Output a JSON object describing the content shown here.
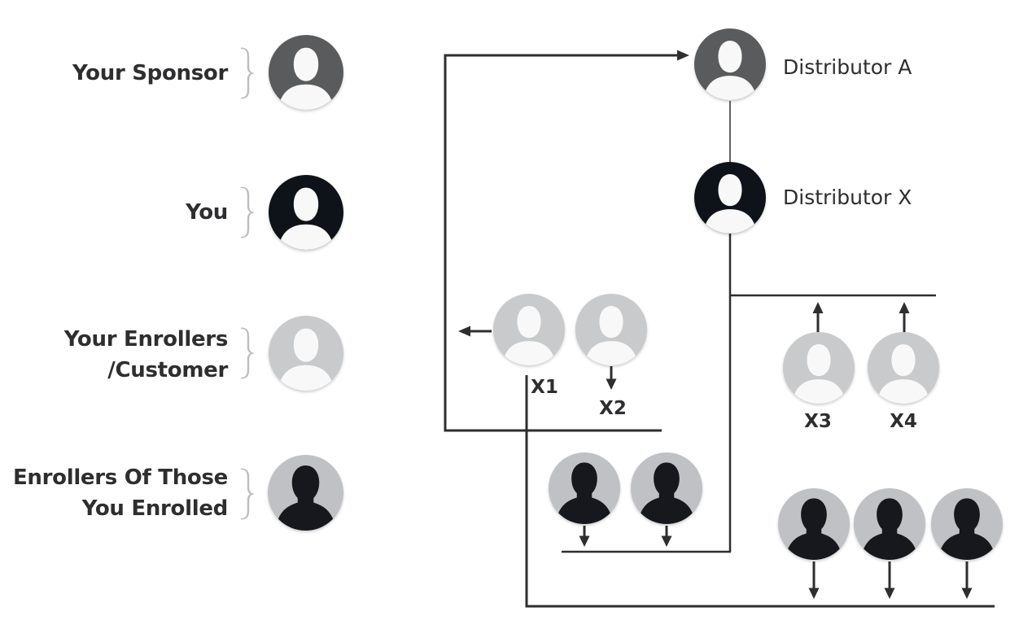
{
  "colors": {
    "background": "#ffffff",
    "line": "#2e2e30",
    "text": "#2e2e30",
    "brace": "#bcbdbf",
    "sponsor_circle": "#595b5d",
    "you_circle": "#0e1219",
    "customer_circle": "#c9cacc",
    "enrolled_circle": "#c0c1c4",
    "person_light": "#f8f8f8",
    "person_dark": "#16181d"
  },
  "legend": {
    "items": [
      {
        "id": "sponsor",
        "line1": "Your Sponsor",
        "line2": "",
        "avatar_style": "sponsor"
      },
      {
        "id": "you",
        "line1": "You",
        "line2": "",
        "avatar_style": "you"
      },
      {
        "id": "customer",
        "line1": "Your Enrollers",
        "line2": "/Customer",
        "avatar_style": "customer"
      },
      {
        "id": "enrolled",
        "line1": "Enrollers Of Those",
        "line2": "You Enrolled",
        "avatar_style": "enrolled"
      }
    ]
  },
  "diagram": {
    "distributor_a": {
      "label": "Distributor A",
      "avatar_style": "sponsor"
    },
    "distributor_x": {
      "label": "Distributor X",
      "avatar_style": "you"
    },
    "x1": {
      "label": "X1",
      "avatar_style": "customer"
    },
    "x2": {
      "label": "X2",
      "avatar_style": "customer"
    },
    "x3": {
      "label": "X3",
      "avatar_style": "customer"
    },
    "x4": {
      "label": "X4",
      "avatar_style": "customer"
    },
    "enrollees_mid": {
      "count": 2,
      "avatar_style": "enrolled"
    },
    "enrollees_bottom": {
      "count": 3,
      "avatar_style": "enrolled"
    }
  }
}
